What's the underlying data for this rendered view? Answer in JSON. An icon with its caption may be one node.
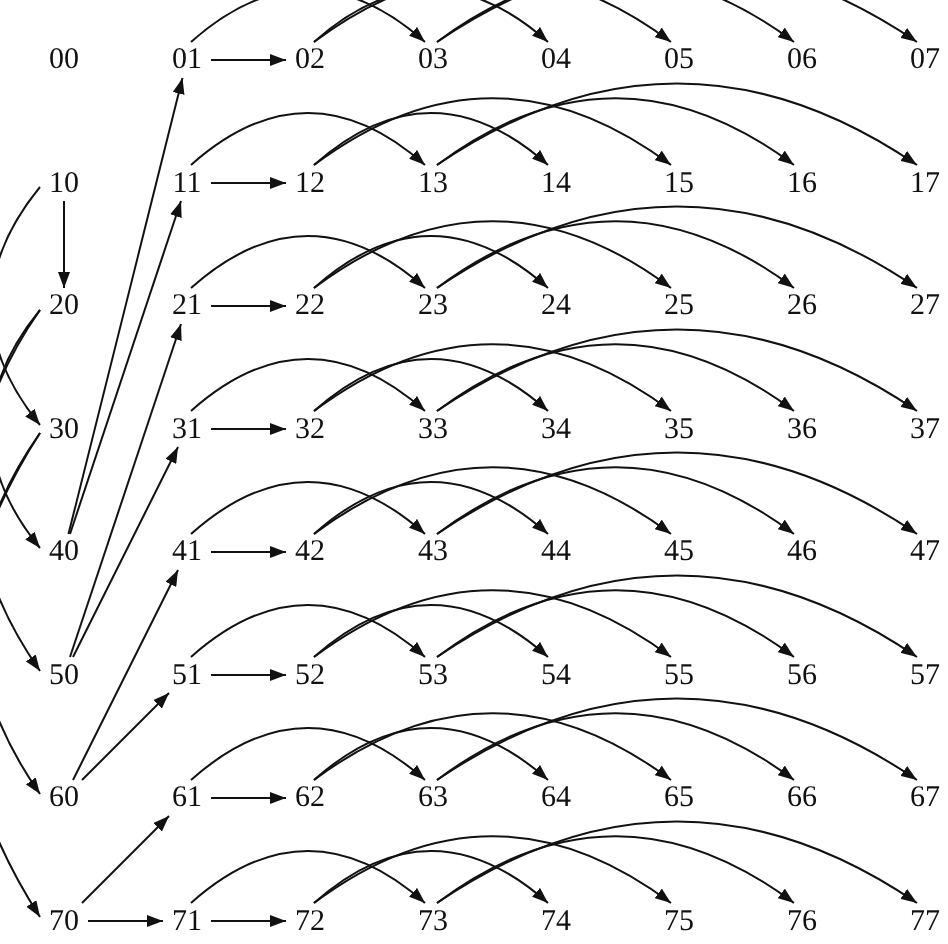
{
  "diagram": {
    "nodes": [
      {
        "text": [
          "00"
        ]
      },
      {
        "text": [
          "01"
        ]
      },
      {
        "text": [
          "02"
        ]
      },
      {
        "text": [
          "03"
        ]
      },
      {
        "text": [
          "04"
        ]
      },
      {
        "text": [
          "05"
        ]
      },
      {
        "text": [
          "06"
        ]
      },
      {
        "text": [
          "07"
        ]
      },
      {
        "text": [
          "10"
        ]
      },
      {
        "text": [
          "11"
        ]
      },
      {
        "text": [
          "12"
        ]
      },
      {
        "text": [
          "13"
        ]
      },
      {
        "text": [
          "14"
        ]
      },
      {
        "text": [
          "15"
        ]
      },
      {
        "text": [
          "16"
        ]
      },
      {
        "text": [
          "17"
        ]
      },
      {
        "text": [
          "20"
        ]
      },
      {
        "text": [
          "21"
        ]
      },
      {
        "text": [
          "22"
        ]
      },
      {
        "text": [
          "23"
        ]
      },
      {
        "text": [
          "24"
        ]
      },
      {
        "text": [
          "25"
        ]
      },
      {
        "text": [
          "26"
        ]
      },
      {
        "text": [
          "27"
        ]
      },
      {
        "text": [
          "30"
        ]
      },
      {
        "text": [
          "31"
        ]
      },
      {
        "text": [
          "32"
        ]
      },
      {
        "text": [
          "33"
        ]
      },
      {
        "text": [
          "34"
        ]
      },
      {
        "text": [
          "35"
        ]
      },
      {
        "text": [
          "36"
        ]
      },
      {
        "text": [
          "37"
        ]
      },
      {
        "text": [
          "40"
        ]
      },
      {
        "text": [
          "41"
        ]
      },
      {
        "text": [
          "42"
        ]
      },
      {
        "text": [
          "43"
        ]
      },
      {
        "text": [
          "44"
        ]
      },
      {
        "text": [
          "45"
        ]
      },
      {
        "text": [
          "46"
        ]
      },
      {
        "text": [
          "47"
        ]
      },
      {
        "text": [
          "50"
        ]
      },
      {
        "text": [
          "51"
        ]
      },
      {
        "text": [
          "52"
        ]
      },
      {
        "text": [
          "53"
        ]
      },
      {
        "text": [
          "54"
        ]
      },
      {
        "text": [
          "55"
        ]
      },
      {
        "text": [
          "56"
        ]
      },
      {
        "text": [
          "57"
        ]
      },
      {
        "text": [
          "60"
        ]
      },
      {
        "text": [
          "61"
        ]
      },
      {
        "text": [
          "62"
        ]
      },
      {
        "text": [
          "63"
        ]
      },
      {
        "text": [
          "64"
        ]
      },
      {
        "text": [
          "65"
        ]
      },
      {
        "text": [
          "66"
        ]
      },
      {
        "text": [
          "67"
        ]
      },
      {
        "text": [
          "70"
        ]
      },
      {
        "text": [
          "71"
        ]
      },
      {
        "text": [
          "72"
        ]
      },
      {
        "text": [
          "73"
        ]
      },
      {
        "text": [
          "74"
        ]
      },
      {
        "text": [
          "75"
        ]
      },
      {
        "text": [
          "76"
        ]
      },
      {
        "text": [
          "77"
        ]
      }
    ],
    "edges": [
      {
        "from": 1,
        "to": 2,
        "arrow": "to"
      },
      {
        "from": 1,
        "to": 3,
        "arrow": "to"
      },
      {
        "from": 2,
        "to": 4,
        "arrow": "to"
      },
      {
        "from": 2,
        "to": 5,
        "arrow": "to"
      },
      {
        "from": 3,
        "to": 6,
        "arrow": "to"
      },
      {
        "from": 3,
        "to": 7,
        "arrow": "to"
      },
      {
        "from": 9,
        "to": 10,
        "arrow": "to"
      },
      {
        "from": 9,
        "to": 11,
        "arrow": "to"
      },
      {
        "from": 10,
        "to": 12,
        "arrow": "to"
      },
      {
        "from": 10,
        "to": 13,
        "arrow": "to"
      },
      {
        "from": 11,
        "to": 14,
        "arrow": "to"
      },
      {
        "from": 11,
        "to": 15,
        "arrow": "to"
      },
      {
        "from": 17,
        "to": 18,
        "arrow": "to"
      },
      {
        "from": 17,
        "to": 19,
        "arrow": "to"
      },
      {
        "from": 18,
        "to": 20,
        "arrow": "to"
      },
      {
        "from": 18,
        "to": 21,
        "arrow": "to"
      },
      {
        "from": 19,
        "to": 22,
        "arrow": "to"
      },
      {
        "from": 19,
        "to": 23,
        "arrow": "to"
      },
      {
        "from": 25,
        "to": 26,
        "arrow": "to"
      },
      {
        "from": 25,
        "to": 27,
        "arrow": "to"
      },
      {
        "from": 26,
        "to": 28,
        "arrow": "to"
      },
      {
        "from": 26,
        "to": 29,
        "arrow": "to"
      },
      {
        "from": 27,
        "to": 30,
        "arrow": "to"
      },
      {
        "from": 27,
        "to": 31,
        "arrow": "to"
      },
      {
        "from": 33,
        "to": 34,
        "arrow": "to"
      },
      {
        "from": 33,
        "to": 35,
        "arrow": "to"
      },
      {
        "from": 34,
        "to": 36,
        "arrow": "to"
      },
      {
        "from": 34,
        "to": 37,
        "arrow": "to"
      },
      {
        "from": 35,
        "to": 38,
        "arrow": "to"
      },
      {
        "from": 35,
        "to": 39,
        "arrow": "to"
      },
      {
        "from": 41,
        "to": 42,
        "arrow": "to"
      },
      {
        "from": 41,
        "to": 43,
        "arrow": "to"
      },
      {
        "from": 42,
        "to": 44,
        "arrow": "to"
      },
      {
        "from": 42,
        "to": 45,
        "arrow": "to"
      },
      {
        "from": 43,
        "to": 46,
        "arrow": "to"
      },
      {
        "from": 43,
        "to": 47,
        "arrow": "to"
      },
      {
        "from": 49,
        "to": 50,
        "arrow": "to"
      },
      {
        "from": 49,
        "to": 51,
        "arrow": "to"
      },
      {
        "from": 50,
        "to": 52,
        "arrow": "to"
      },
      {
        "from": 50,
        "to": 53,
        "arrow": "to"
      },
      {
        "from": 51,
        "to": 54,
        "arrow": "to"
      },
      {
        "from": 51,
        "to": 55,
        "arrow": "to"
      },
      {
        "from": 57,
        "to": 58,
        "arrow": "to"
      },
      {
        "from": 57,
        "to": 59,
        "arrow": "to"
      },
      {
        "from": 58,
        "to": 60,
        "arrow": "to"
      },
      {
        "from": 58,
        "to": 61,
        "arrow": "to"
      },
      {
        "from": 59,
        "to": 62,
        "arrow": "to"
      },
      {
        "from": 59,
        "to": 63,
        "arrow": "to"
      },
      {
        "from": 8,
        "to": 16,
        "arrow": "to"
      },
      {
        "from": 8,
        "to": 24,
        "arrow": "to"
      },
      {
        "from": 16,
        "to": 32,
        "arrow": "to"
      },
      {
        "from": 16,
        "to": 40,
        "arrow": "to"
      },
      {
        "from": 24,
        "to": 48,
        "arrow": "to"
      },
      {
        "from": 24,
        "to": 56,
        "arrow": "to"
      },
      {
        "from": 32,
        "to": 1,
        "arrow": "to"
      },
      {
        "from": 32,
        "to": 9,
        "arrow": "to"
      },
      {
        "from": 40,
        "to": 17,
        "arrow": "to"
      },
      {
        "from": 40,
        "to": 25,
        "arrow": "to"
      },
      {
        "from": 48,
        "to": 33,
        "arrow": "to"
      },
      {
        "from": 48,
        "to": 41,
        "arrow": "to"
      },
      {
        "from": 56,
        "to": 49,
        "arrow": "to"
      },
      {
        "from": 56,
        "to": 57,
        "arrow": "to"
      }
    ]
  }
}
